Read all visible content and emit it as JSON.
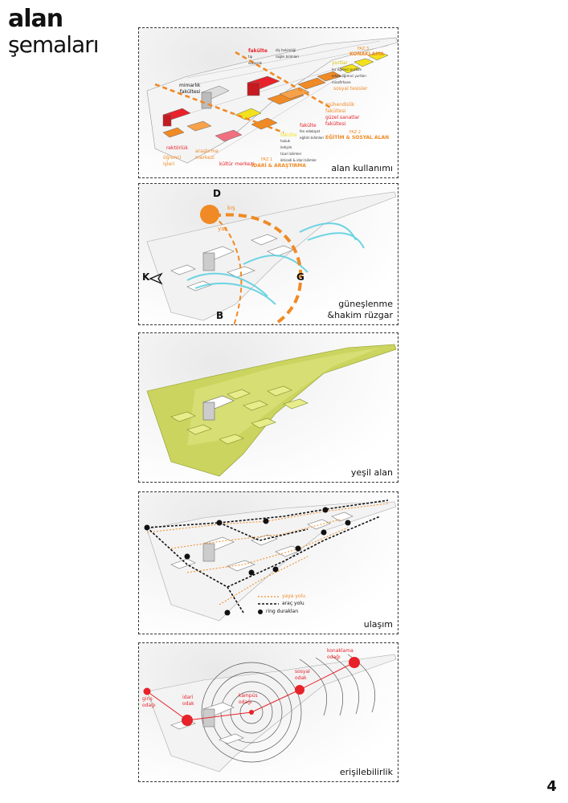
{
  "title": {
    "line1": "alan",
    "line2": "şemaları"
  },
  "page_number": "4",
  "panels": {
    "land_use": {
      "caption": "alan kullanımı",
      "labels": {
        "fakulte_top": "fakülte",
        "tip_eczacilik": "tıp\neczacılık",
        "dis_hekimligi": "diş hekimliği\nsağlık bilimleri",
        "faz3": "FAZ 3",
        "konaklama": "KONAKLAMA",
        "yurtlar": "yurtlar",
        "yurt_desc": "kız öğrenci yurtları\nerkek öğrenci yurtları\nmisafirhane",
        "sosyal_tesisler": "sosyal tesisler",
        "mimarlik": "mimarlık\nfakültesi",
        "muhendislik": "mühendislik\nfakültesi",
        "guzel_sanatlar": "güzel sanatlar\nfakültesi",
        "fakulte_mid": "fakülte",
        "fakulte_mid_desc": "fen edebiyat\neğitim bilimleri",
        "fakulte_low": "fakülte",
        "fakulte_low_desc": "hukuk\niletişim\nticari bilimler\niktisadi & idari bilimler",
        "faz2": "FAZ 2",
        "egitim_sosyal": "EĞİTİM & SOSYAL ALAN",
        "rektorluk": "rektörlük",
        "ogrenci_isleri": "öğrenci\nişleri",
        "arastirma": "araştırma\nmerkezi",
        "kultur": "kültür merkezi",
        "faz1": "FAZ 1",
        "idari": "İDARİ & ARAŞTIRMA"
      }
    },
    "sun_wind": {
      "caption_line1": "güneşlenme",
      "caption_line2": "&hakim rüzgar",
      "north": "D",
      "south": "B",
      "west": "K",
      "east": "G",
      "winter": "kış",
      "summer": "yaz"
    },
    "green": {
      "caption": "yeşil alan"
    },
    "transport": {
      "caption": "ulaşım",
      "legend_walk": "yaya yolu",
      "legend_car": "araç yolu",
      "legend_ring": "ring durakları"
    },
    "access": {
      "caption": "erişilebilirlik",
      "konaklama": "konaklama\nodağı",
      "sosyal": "sosyal\nodak",
      "kampus": "kampüs\nodağı",
      "giris": "giriş\nodağı",
      "idari": "idari\nodak"
    }
  },
  "colors": {
    "orange": "#f08a24",
    "red": "#e8222a",
    "yellow": "#f2e11c",
    "green": "#b5c43a",
    "cyan": "#5fd0e0"
  }
}
